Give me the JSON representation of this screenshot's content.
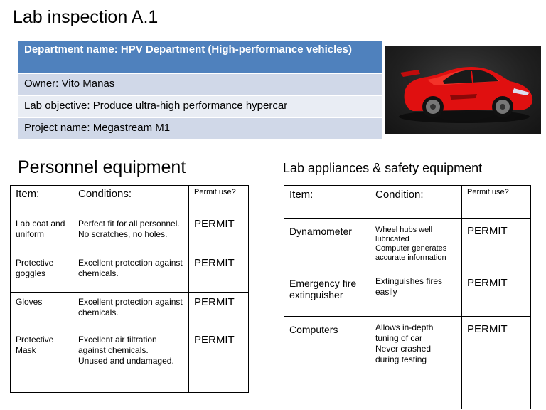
{
  "title": "Lab inspection A.1",
  "info": {
    "department": "Department name: HPV Department (High-performance vehicles)",
    "owner": "Owner: Vito Manas",
    "objective": "Lab objective: Produce ultra-high performance hypercar",
    "project": "Project name: Megastream M1"
  },
  "personnel": {
    "heading": "Personnel equipment",
    "headers": [
      "Item:",
      "Conditions:",
      "Permit use?"
    ],
    "rows": [
      {
        "item": "Lab coat and uniform",
        "condition": "Perfect fit for all personnel.\nNo scratches, no holes.",
        "permit": "PERMIT"
      },
      {
        "item": "Protective goggles",
        "condition": "Excellent protection against chemicals.",
        "permit": "PERMIT"
      },
      {
        "item": "Gloves",
        "condition": "Excellent protection against chemicals.",
        "permit": "PERMIT"
      },
      {
        "item": "Protective Mask",
        "condition": "Excellent air filtration against chemicals.\nUnused and undamaged.",
        "permit": "PERMIT"
      }
    ]
  },
  "appliances": {
    "heading": "Lab appliances & safety equipment",
    "headers": [
      "Item:",
      "Condition:",
      "Permit use?"
    ],
    "rows": [
      {
        "item": "Dynamometer",
        "condition": "Wheel hubs well lubricated\nComputer generates accurate information",
        "permit": "PERMIT"
      },
      {
        "item": "Emergency fire extinguisher",
        "condition": "Extinguishes fires easily",
        "permit": "PERMIT"
      },
      {
        "item": "Computers",
        "condition": "Allows in-depth tuning of car\nNever crashed during testing",
        "permit": "PERMIT"
      }
    ]
  },
  "colors": {
    "header_blue": "#4f81bd",
    "row_a": "#d0d8e8",
    "row_b": "#e9edf4",
    "car_red": "#e01010"
  }
}
